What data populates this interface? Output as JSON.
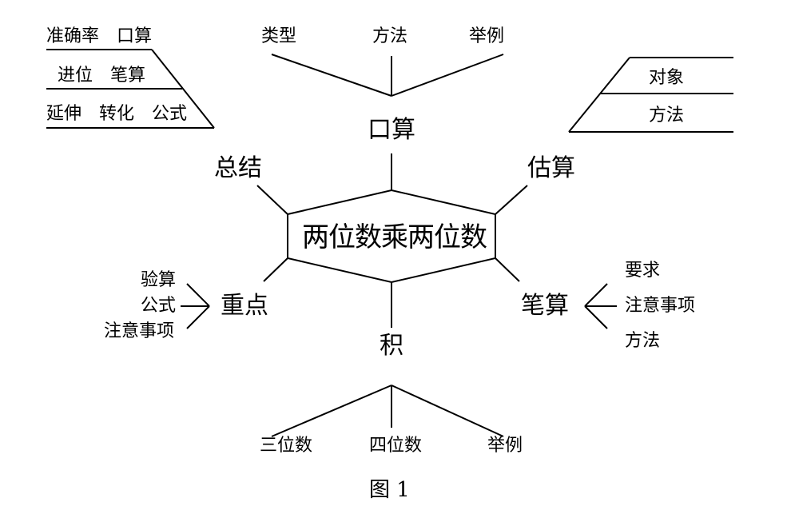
{
  "center": {
    "label": "两位数乘两位数"
  },
  "branches": {
    "kousuan": {
      "label": "口算",
      "subs": [
        "类型",
        "方法",
        "举例"
      ]
    },
    "gusuan": {
      "label": "估算",
      "subs": [
        "对象",
        "方法"
      ]
    },
    "bisuan": {
      "label": "笔算",
      "subs": [
        "要求",
        "注意事项",
        "方法"
      ]
    },
    "ji": {
      "label": "积",
      "subs": [
        "三位数",
        "四位数",
        "举例"
      ]
    },
    "zhongdian": {
      "label": "重点",
      "subs": [
        "验算",
        "公式",
        "注意事项"
      ]
    },
    "zongjie": {
      "label": "总结",
      "subs": [
        "准确率　口算",
        "进位　笔算",
        "延伸　转化　公式"
      ]
    }
  },
  "caption": "图 1"
}
